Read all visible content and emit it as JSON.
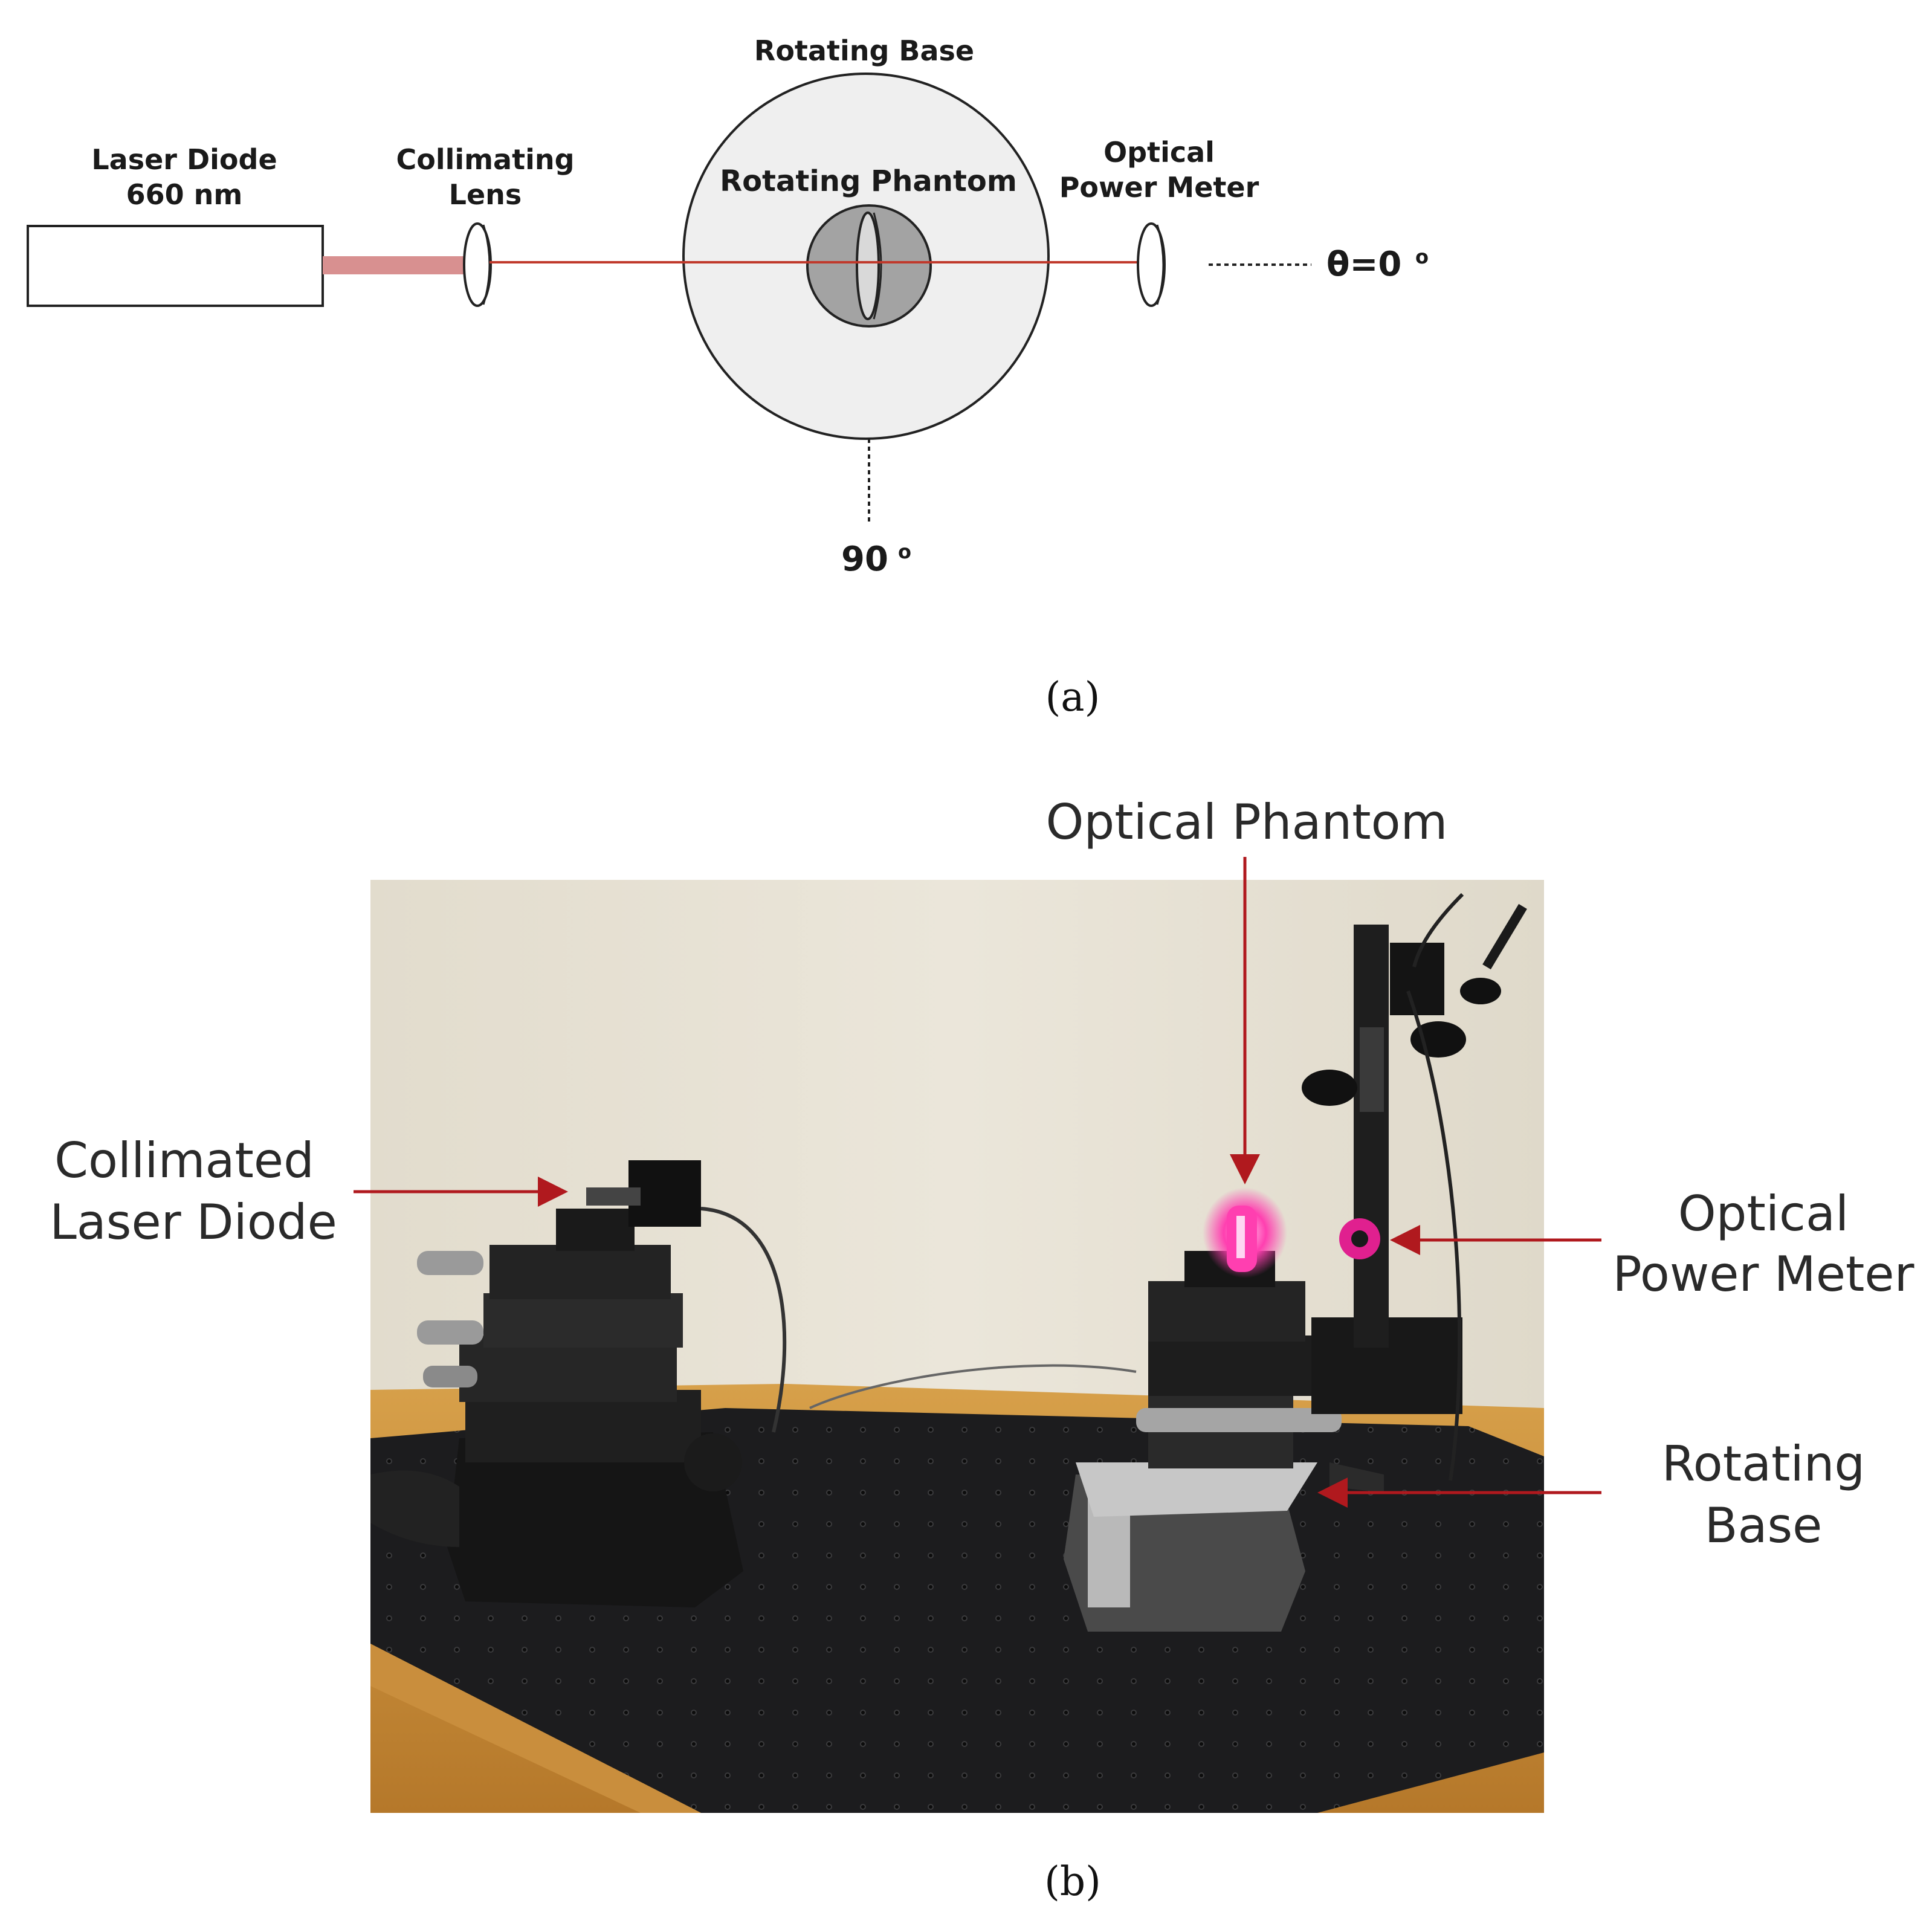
{
  "panel_a": {
    "laser_diode_line1": "Laser Diode",
    "laser_diode_line2": "660 nm",
    "collimating_line1": "Collimating",
    "collimating_line2": "Lens",
    "rotating_base": "Rotating Base",
    "rotating_phantom": "Rotating Phantom",
    "power_meter_line1": "Optical",
    "power_meter_line2": "Power Meter",
    "theta_label": "θ=0",
    "ninety_label": "90",
    "degree_symbol": "o",
    "caption": "(a)",
    "beam_color": "#c0392b",
    "beam_wide_color": "#d89090"
  },
  "panel_b": {
    "optical_phantom": "Optical Phantom",
    "collimated_line1": "Collimated",
    "collimated_line2": "Laser Diode",
    "power_meter_line1": "Optical",
    "power_meter_line2": "Power Meter",
    "rotating_base_line1": "Rotating",
    "rotating_base_line2": "Base",
    "caption": "(b)",
    "arrow_color": "#b0191e"
  }
}
